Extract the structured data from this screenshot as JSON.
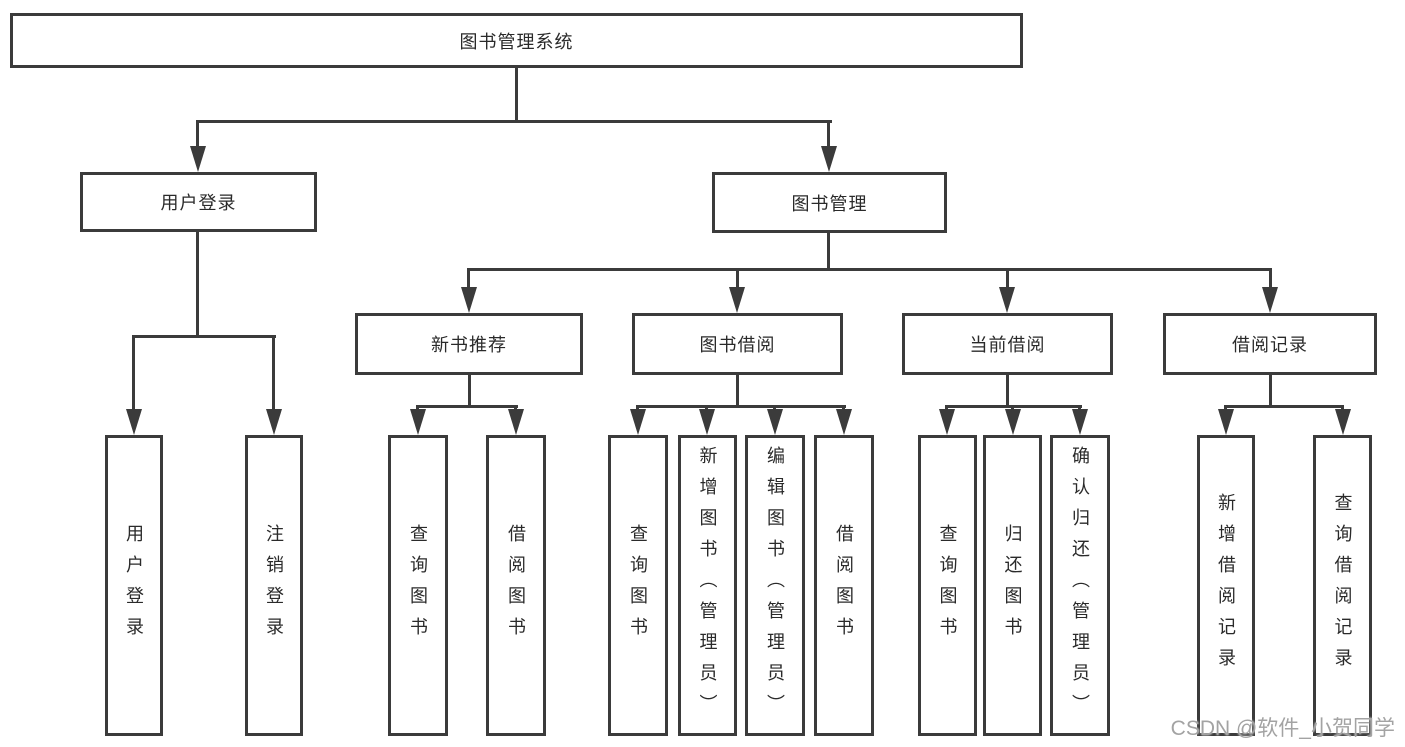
{
  "root": {
    "label": "图书管理系统"
  },
  "level2": [
    {
      "label": "用户登录"
    },
    {
      "label": "图书管理"
    }
  ],
  "level3": [
    {
      "label": "新书推荐"
    },
    {
      "label": "图书借阅"
    },
    {
      "label": "当前借阅"
    },
    {
      "label": "借阅记录"
    }
  ],
  "leaves": [
    {
      "label": "用户登录"
    },
    {
      "label": "注销登录"
    },
    {
      "label": "查询图书"
    },
    {
      "label": "借阅图书"
    },
    {
      "label": "查询图书"
    },
    {
      "label": "新增图书（管理员）"
    },
    {
      "label": "编辑图书（管理员）"
    },
    {
      "label": "借阅图书"
    },
    {
      "label": "查询图书"
    },
    {
      "label": "归还图书"
    },
    {
      "label": "确认归还（管理员）"
    },
    {
      "label": "新增借阅记录"
    },
    {
      "label": "查询借阅记录"
    }
  ],
  "hierarchy": {
    "图书管理系统": {
      "用户登录": [
        "用户登录",
        "注销登录"
      ],
      "图书管理": {
        "新书推荐": [
          "查询图书",
          "借阅图书"
        ],
        "图书借阅": [
          "查询图书",
          "新增图书（管理员）",
          "编辑图书（管理员）",
          "借阅图书"
        ],
        "当前借阅": [
          "查询图书",
          "归还图书",
          "确认归还（管理员）"
        ],
        "借阅记录": [
          "新增借阅记录",
          "查询借阅记录"
        ]
      }
    }
  },
  "watermark": "CSDN @软件_小贺同学",
  "colors": {
    "line": "#3b3b3b",
    "text": "#2a2a2a",
    "background": "#ffffff",
    "watermark": "#a3a3a3"
  }
}
